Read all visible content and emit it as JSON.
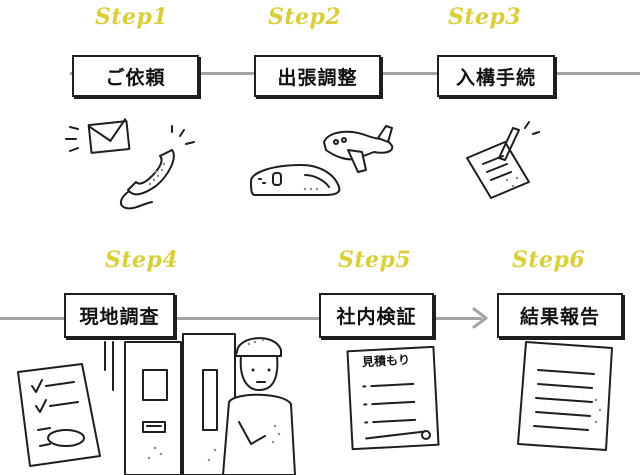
{
  "colors": {
    "step_label": "#d9cf3a",
    "line": "#a3a3a3",
    "ink": "#1e1e1e"
  },
  "steps": [
    {
      "step": "Step1",
      "label": "ご依頼"
    },
    {
      "step": "Step2",
      "label": "出張調整"
    },
    {
      "step": "Step3",
      "label": "入構手続"
    },
    {
      "step": "Step4",
      "label": "現地調査"
    },
    {
      "step": "Step5",
      "label": "社内検証"
    },
    {
      "step": "Step6",
      "label": "結果報告"
    }
  ],
  "documents": {
    "estimate_title": "見積もり"
  },
  "icons": [
    "envelope-icon",
    "telephone-icon",
    "train-icon",
    "airplane-icon",
    "pen-paper-icon",
    "checklist-icon",
    "electrical-panel-icon",
    "worker-icon",
    "estimate-document-icon",
    "report-document-icon"
  ]
}
